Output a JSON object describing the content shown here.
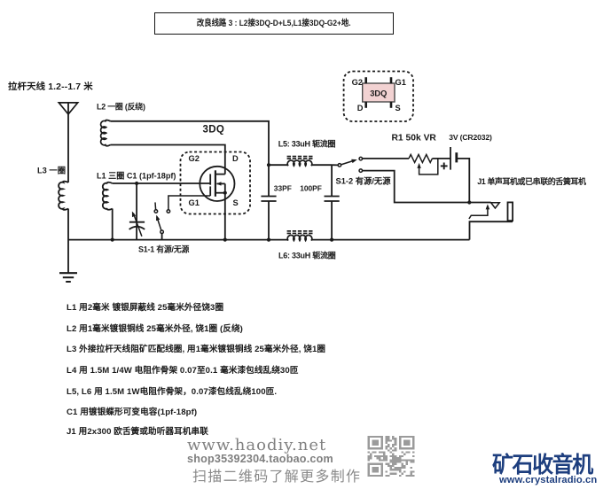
{
  "page": {
    "background": "#ffffff",
    "ink_color": "#1a1a1a",
    "chip_fill": "#f2d2d2",
    "brand_color": "#1d3e7e",
    "watermark_color": "#818181"
  },
  "title_box": {
    "text": "改良线路 3 : L2接3DQ-D+L5,L1接3DQ-G2+地."
  },
  "schematic": {
    "antenna_label": "拉杆天线 1.2--1.7 米",
    "l2_label": "L2 一圈 (反绕)",
    "l3_label": "L3 一圈",
    "l1_c1_label": "L1 三圈  C1 (1pf-18pf)",
    "transistor_label": "3DQ",
    "s1_1_label": "S1-1 有源/无源",
    "l5_label": "L5: 33uH 轭流圈",
    "l6_label": "L6: 33uH 轭流圈",
    "c33_label": "33PF",
    "c100_label": "100PF",
    "s1_2_label": "S1-2 有源/无源",
    "r1_label": "R1 50k VR",
    "battery_label": "3V (CR2032)",
    "battery_plus": "+",
    "j1_label": "J1 单声耳机或已串联的舌簧耳机",
    "pins": {
      "g2": "G2",
      "g1": "G1",
      "d": "D",
      "s": "S"
    },
    "pinout_box": {
      "chip": "3DQ",
      "g2": "G2",
      "g1": "G1",
      "d": "D",
      "s": "S"
    }
  },
  "notes": [
    "L1 用2毫米 镀银屏蔽线 25毫米外径饶3圈",
    "L2 用1毫米镀银铜线 25毫米外径, 饶1圈 (反绕)",
    "L3 外接拉杆天线阻矿匹配线圈, 用1毫米镀银铜线 25毫米外径, 饶1圈",
    "L4 用 1.5M 1/4W 电阻作骨架 0.07至0.1 毫米漆包线乱绕30匝",
    "L5, L6 用 1.5M 1W电阻作骨架，0.07漆包线乱绕100匝.",
    "C1 用镀银蝶形可变电容(1pf-18pf)",
    "J1 用2x300 欧舌簧或助听器耳机串联"
  ],
  "watermark": {
    "site": "www.haodiy.net",
    "shop": "shop35392304.taobao.com",
    "scan_hint": "扫描二维码了解更多制作",
    "qr_icon": "qr-code"
  },
  "brand": {
    "logo": "矿石收音机",
    "url": "www.crystalradio.cn"
  }
}
